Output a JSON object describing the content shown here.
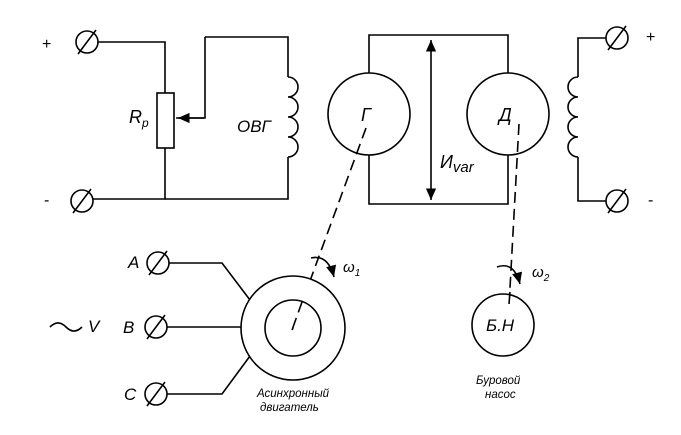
{
  "terminals": {
    "left_plus": "+",
    "left_minus": "-",
    "right_plus": "+",
    "right_minus": "-"
  },
  "rheostat": {
    "label": "R",
    "sub": "p"
  },
  "field_winding": {
    "label": "ОВГ"
  },
  "generator": {
    "label": "Г"
  },
  "dc_motor": {
    "label": "Д"
  },
  "voltage": {
    "label": "И",
    "sub": "var"
  },
  "omega1": {
    "label": "ω",
    "sub": "1"
  },
  "omega2": {
    "label": "ω",
    "sub": "2"
  },
  "phases": {
    "a": "A",
    "b": "B",
    "c": "C"
  },
  "ac_supply": {
    "label": "V"
  },
  "induction_motor": {
    "line1": "Асинхронный",
    "line2": "двигатель"
  },
  "mud_pump": {
    "label": "Б.Н",
    "line1": "Буровой",
    "line2": "насос"
  }
}
